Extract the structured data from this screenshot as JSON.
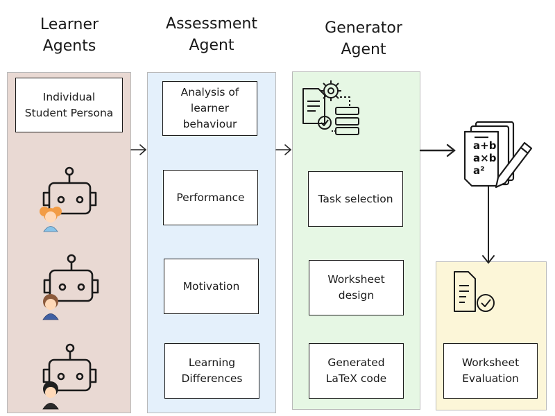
{
  "columns": {
    "learner": {
      "title": "Learner\nAgents",
      "persona": "Individual\nStudent Persona",
      "bg": "#e9d9d3"
    },
    "assessment": {
      "title": "Assessment\nAgent",
      "items": [
        "Analysis of\nlearner\nbehaviour",
        "Performance",
        "Motivation",
        "Learning\nDifferences"
      ],
      "bg": "#e4f0fb"
    },
    "generator": {
      "title": "Generator\nAgent",
      "items": [
        "Task selection",
        "Worksheet\ndesign",
        "Generated\nLaTeX code"
      ],
      "bg": "#e6f7e4"
    },
    "evaluation": {
      "label": "Worksheet\nEvaluation",
      "bg": "#fcf6d8"
    }
  },
  "worksheet_icon": {
    "lines": [
      "a+b",
      "a×b",
      "a²"
    ]
  }
}
